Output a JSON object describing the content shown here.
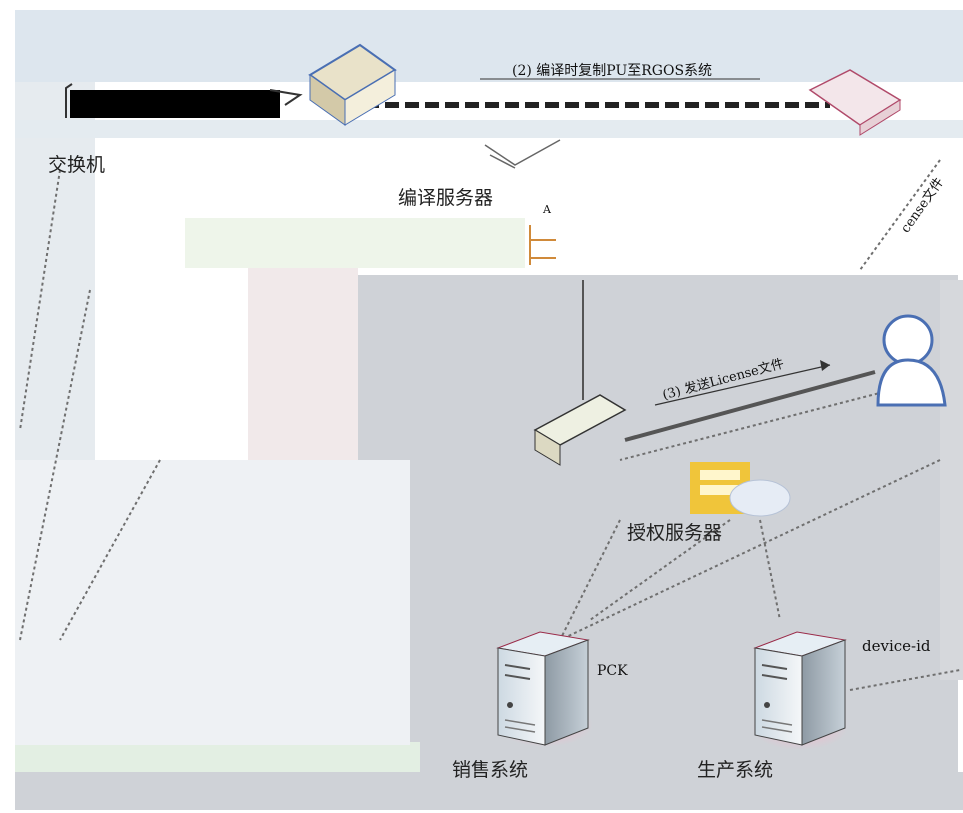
{
  "nodes": {
    "switch_label": "交换机",
    "compile_server_label": "编译服务器",
    "auth_server_label": "授权服务器",
    "sales_system_label": "销售系统",
    "production_system_label": "生产系统"
  },
  "edges": {
    "step2_label": "(2) 编译时复制PU至RGOS系统",
    "step3_label": "(3) 发送License文件",
    "license_file_label": "cense文件",
    "pck_label": "PCK",
    "device_id_label": "device-id",
    "marker_a": "A"
  },
  "colors": {
    "background_light": "#dde6ee",
    "background_gray": "#cfd2d7",
    "background_green": "#e3efe3",
    "background_pink": "#f1e9ea",
    "connector_gray": "#757575",
    "server_beige": "#e9e2c9"
  }
}
